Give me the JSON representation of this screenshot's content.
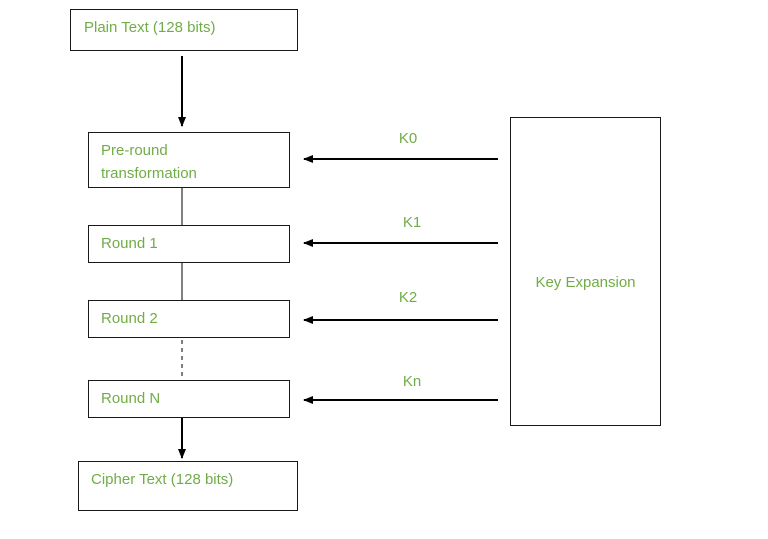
{
  "diagram": {
    "plaintext": "Plain Text (128 bits)",
    "preround": "Pre-round\ntransformation",
    "round1": "Round 1",
    "round2": "Round 2",
    "roundn": "Round N",
    "ciphertext": "Cipher Text (128 bits)",
    "key_expansion": "Key Expansion",
    "keys": {
      "k0": "K0",
      "k1": "K1",
      "k2": "K2",
      "kn": "Kn"
    }
  },
  "colors": {
    "text": "#70ad47",
    "line": "#000000"
  }
}
